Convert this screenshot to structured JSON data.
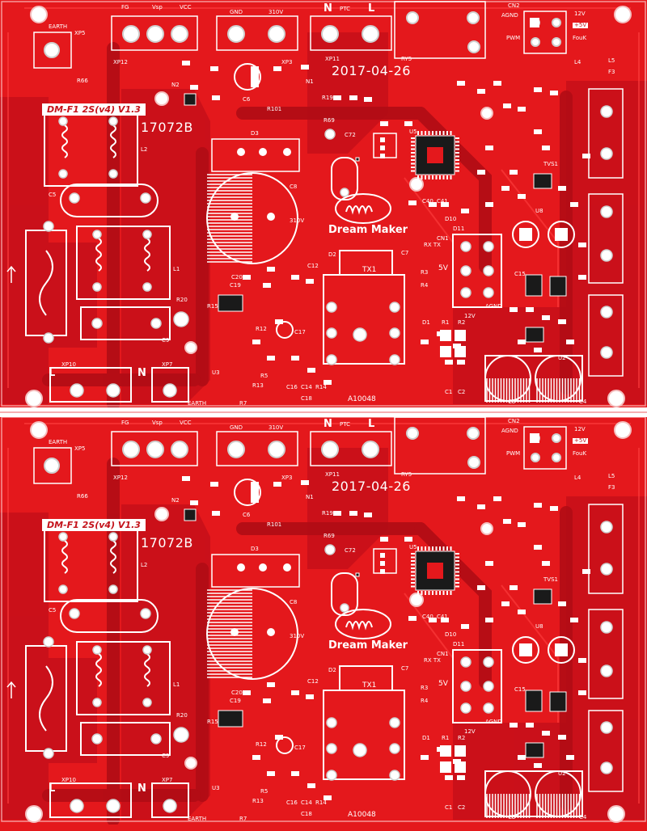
{
  "board": {
    "panels": [
      {
        "model": "DM-F1 2S(v4)  V1.3",
        "code": "17072B",
        "date": "2017-04-26",
        "brand": "Dream Maker",
        "part_no": "A10048",
        "conn_top1": [
          "FG",
          "Vsp",
          "VCC"
        ],
        "conn_top2": [
          "GND",
          "310V"
        ],
        "conn_top3": [
          "N",
          "PTC",
          "L"
        ],
        "earth_label": "EARTH",
        "l_label": "L",
        "n_label": "N",
        "xp5": "XP5",
        "xp12": "XP12",
        "xp3": "XP3",
        "xp11": "XP11",
        "xp10": "XP10",
        "xp7": "XP7",
        "ry5": "RY5",
        "cn2": "CN2",
        "cn1": "CN1",
        "labels_power": [
          "12V",
          "AGND",
          "PWM",
          "FouK",
          "+5V"
        ],
        "tx1": "TX1",
        "rx_tx": "RX TX",
        "v310": "310V",
        "v5": "5V",
        "v12": "12V",
        "agnd": "AGND",
        "tvs1": "TVS1",
        "refs": [
          "R66",
          "N2",
          "C6",
          "R101",
          "R19",
          "N1",
          "L2",
          "C5",
          "L1",
          "R20",
          "C9",
          "D3",
          "C8",
          "R69",
          "C72",
          "C19",
          "R15",
          "C17",
          "C12",
          "D2",
          "C7",
          "R3",
          "R4",
          "D1",
          "R1",
          "R2",
          "U3",
          "R13",
          "C1",
          "C2",
          "U5",
          "C40",
          "C41",
          "D11",
          "D10",
          "U8",
          "C15",
          "C3",
          "C4",
          "U2",
          "F3",
          "L5",
          "L4",
          "C20",
          "R7",
          "R5",
          "C14",
          "C16",
          "C18",
          "R12",
          "R14"
        ]
      },
      {
        "model": "DM-F1 2S(v4)  V1.3",
        "code": "17072B",
        "date": "2017-04-26",
        "brand": "Dream Maker",
        "part_no": "A10048",
        "conn_top1": [
          "FG",
          "Vsp",
          "VCC"
        ],
        "conn_top2": [
          "GND",
          "310V"
        ],
        "conn_top3": [
          "N",
          "PTC",
          "L"
        ],
        "earth_label": "EARTH",
        "l_label": "L",
        "n_label": "N",
        "xp5": "XP5",
        "xp12": "XP12",
        "xp3": "XP3",
        "xp11": "XP11",
        "xp10": "XP10",
        "xp7": "XP7",
        "ry5": "RY5",
        "cn2": "CN2",
        "cn1": "CN1",
        "labels_power": [
          "12V",
          "AGND",
          "PWM",
          "FouK",
          "+5V"
        ],
        "tx1": "TX1",
        "rx_tx": "RX TX",
        "v310": "310V",
        "v5": "5V",
        "v12": "12V",
        "agnd": "AGND",
        "tvs1": "TVS1",
        "refs": [
          "R66",
          "N2",
          "C6",
          "R101",
          "R19",
          "N1",
          "L2",
          "C5",
          "L1",
          "R20",
          "C9",
          "D3",
          "C8",
          "R69",
          "C72",
          "C19",
          "R15",
          "C17",
          "C12",
          "D2",
          "C7",
          "R3",
          "R4",
          "D1",
          "R1",
          "R2",
          "U3",
          "R13",
          "C1",
          "C2",
          "U5",
          "C40",
          "C41",
          "D11",
          "D10",
          "U8",
          "C15",
          "C3",
          "C4",
          "U2",
          "F3",
          "L5",
          "L4",
          "C20",
          "R7",
          "R5",
          "C14",
          "C16",
          "C18",
          "R12",
          "R14"
        ]
      }
    ]
  }
}
